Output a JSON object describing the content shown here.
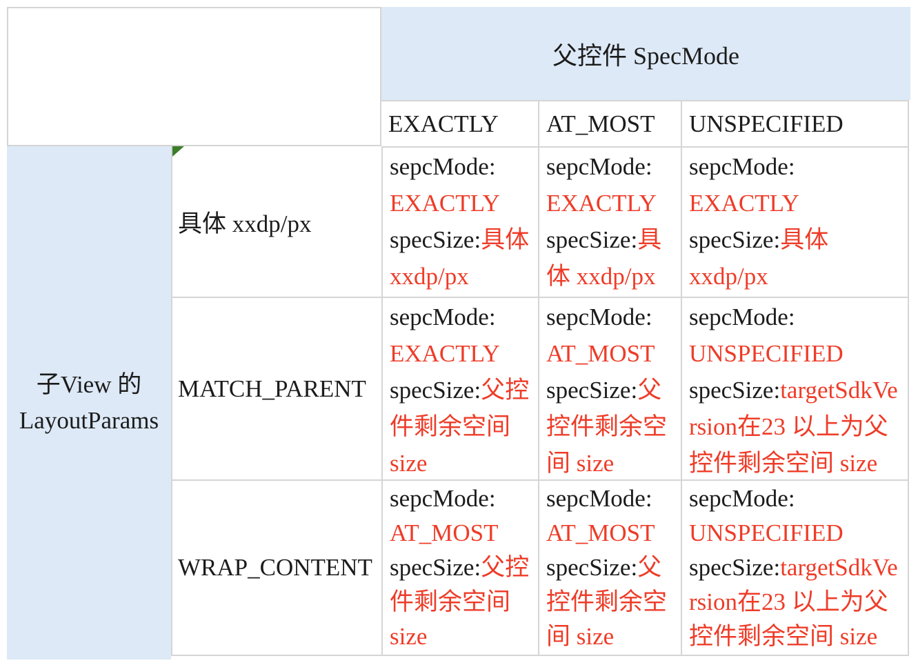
{
  "colors": {
    "header_fill_blue": "#dde9f6",
    "value_red": "#ee3c28",
    "grid_border_gray": "#d5d5d5",
    "text_black": "#1c1c1c",
    "corner_marker_green": "#3b7d2b"
  },
  "table": {
    "parent_header": "父控件 SpecMode",
    "col_headers": [
      "EXACTLY",
      "AT_MOST",
      "UNSPECIFIED"
    ],
    "left_header": {
      "line1": "子View 的",
      "line2": "LayoutParams"
    },
    "row_headers": [
      "具体 xxdp/px",
      "MATCH_PARENT",
      "WRAP_CONTENT"
    ],
    "rows": [
      {
        "cells": [
          {
            "mode_label": "sepcMode:",
            "mode": "EXACTLY",
            "size_label": "specSize:",
            "size1": "具体",
            "size2": "xxdp/px"
          },
          {
            "mode_label": "sepcMode:",
            "mode": "EXACTLY",
            "size_label": "specSize:",
            "size1": "具",
            "size2": "体 xxdp/px"
          },
          {
            "mode_label": "sepcMode:",
            "mode": "EXACTLY",
            "size_label": "specSize:",
            "size1": "具体",
            "size2": "xxdp/px"
          }
        ]
      },
      {
        "cells": [
          {
            "mode_label": "sepcMode:",
            "mode": "EXACTLY",
            "size_label": "specSize:",
            "size1": "父控",
            "size2": "件剩余空间",
            "size3": "size"
          },
          {
            "mode_label": "sepcMode:",
            "mode": "AT_MOST",
            "size_label": "specSize:",
            "size1": "父",
            "size2": "控件剩余空",
            "size3": "间 size"
          },
          {
            "mode_label": "sepcMode:",
            "mode": "UNSPECIFIED",
            "size_label": "specSize:",
            "size1": "targetSdkVe",
            "size2": "rsion在23 以上为父",
            "size3": "控件剩余空间 size"
          }
        ]
      },
      {
        "cells": [
          {
            "mode_label": "sepcMode:",
            "mode": "AT_MOST",
            "size_label": "specSize:",
            "size1": "父控",
            "size2": "件剩余空间",
            "size3": "size"
          },
          {
            "mode_label": "sepcMode:",
            "mode": "AT_MOST",
            "size_label": "specSize:",
            "size1": "父",
            "size2": "控件剩余空",
            "size3": "间 size"
          },
          {
            "mode_label": "sepcMode:",
            "mode": "UNSPECIFIED",
            "size_label": "specSize:",
            "size1": "targetSdkVe",
            "size2": "rsion在23 以上为父",
            "size3": "控件剩余空间 size"
          }
        ]
      }
    ]
  }
}
